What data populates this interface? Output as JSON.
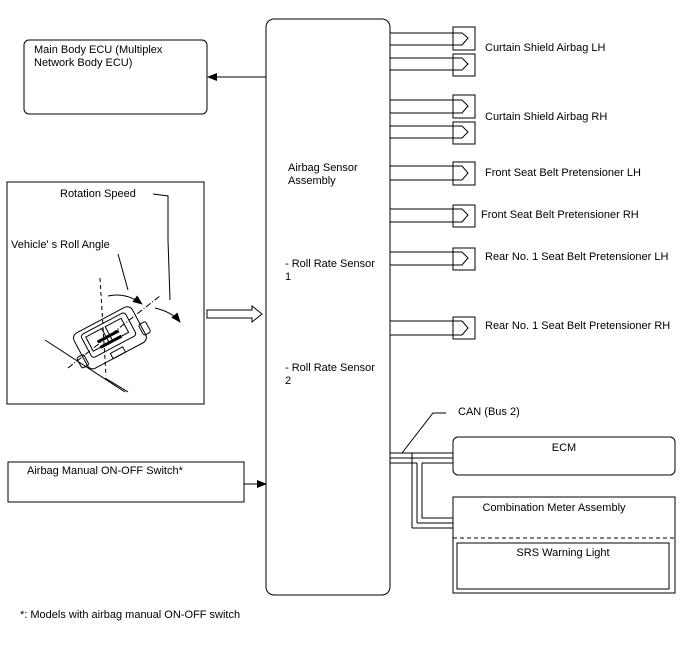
{
  "main_body_ecu": "Main Body ECU (Multiplex Network Body ECU)",
  "airbag_sensor": {
    "title": "Airbag Sensor Assembly",
    "roll_rate_1": "- Roll Rate Sensor 1",
    "roll_rate_2": "- Roll Rate Sensor 2"
  },
  "vehicle_inset": {
    "rotation_speed": "Rotation Speed",
    "roll_angle": "Vehicle' s Roll Angle"
  },
  "manual_switch": "Airbag Manual ON-OFF Switch*",
  "outputs": [
    "Curtain Shield Airbag LH",
    "Curtain Shield Airbag RH",
    "Front Seat Belt Pretensioner LH",
    "Front Seat Belt Pretensioner RH",
    "Rear No. 1 Seat Belt Pretensioner LH",
    "Rear No. 1 Seat Belt Pretensioner RH"
  ],
  "can_bus": "CAN (Bus 2)",
  "ecm": "ECM",
  "combination_meter": "Combination Meter Assembly",
  "srs_warning": "SRS Warning Light",
  "footnote": "*: Models with airbag manual ON-OFF switch"
}
